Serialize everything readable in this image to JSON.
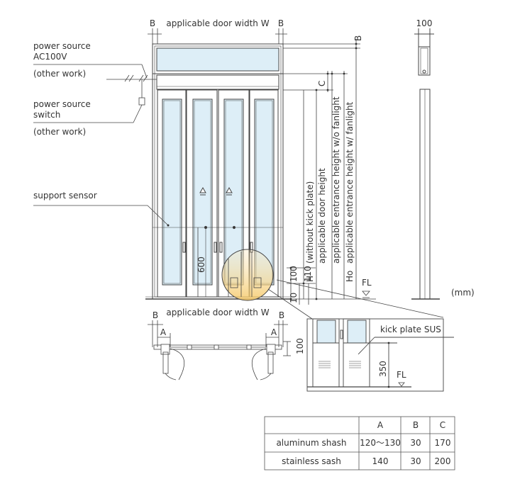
{
  "labels": {
    "power_source_1": "power source",
    "power_source_2": "AC100V",
    "other_work_1": "(other work)",
    "power_switch_1": "power source",
    "power_switch_2": "switch",
    "other_work_2": "(other work)",
    "support_sensor": "support sensor",
    "kick_plate": "kick plate SUS",
    "unit": "(mm)"
  },
  "dimensions": {
    "top_width": "applicable door width W",
    "bottom_width": "applicable door width W",
    "B": "B",
    "A": "A",
    "C": "C",
    "H": "H",
    "Ho": "Ho",
    "FL": "FL",
    "side_100": "100",
    "plan_100": "100",
    "d600": "600",
    "d100": "100",
    "d110": "110",
    "d10": "10",
    "d350": "350",
    "without_kick": "(without kick plate)",
    "door_height": "applicable door height",
    "entrance_wo": "applicable entrance height w/o fanlight",
    "entrance_w": "applicable entrance height w/ fanlight"
  },
  "table": {
    "headers": [
      "",
      "A",
      "B",
      "C"
    ],
    "rows": [
      [
        "aluminum shash",
        "120～130",
        "30",
        "170"
      ],
      [
        "stainless sash",
        "140",
        "30",
        "200"
      ]
    ]
  }
}
